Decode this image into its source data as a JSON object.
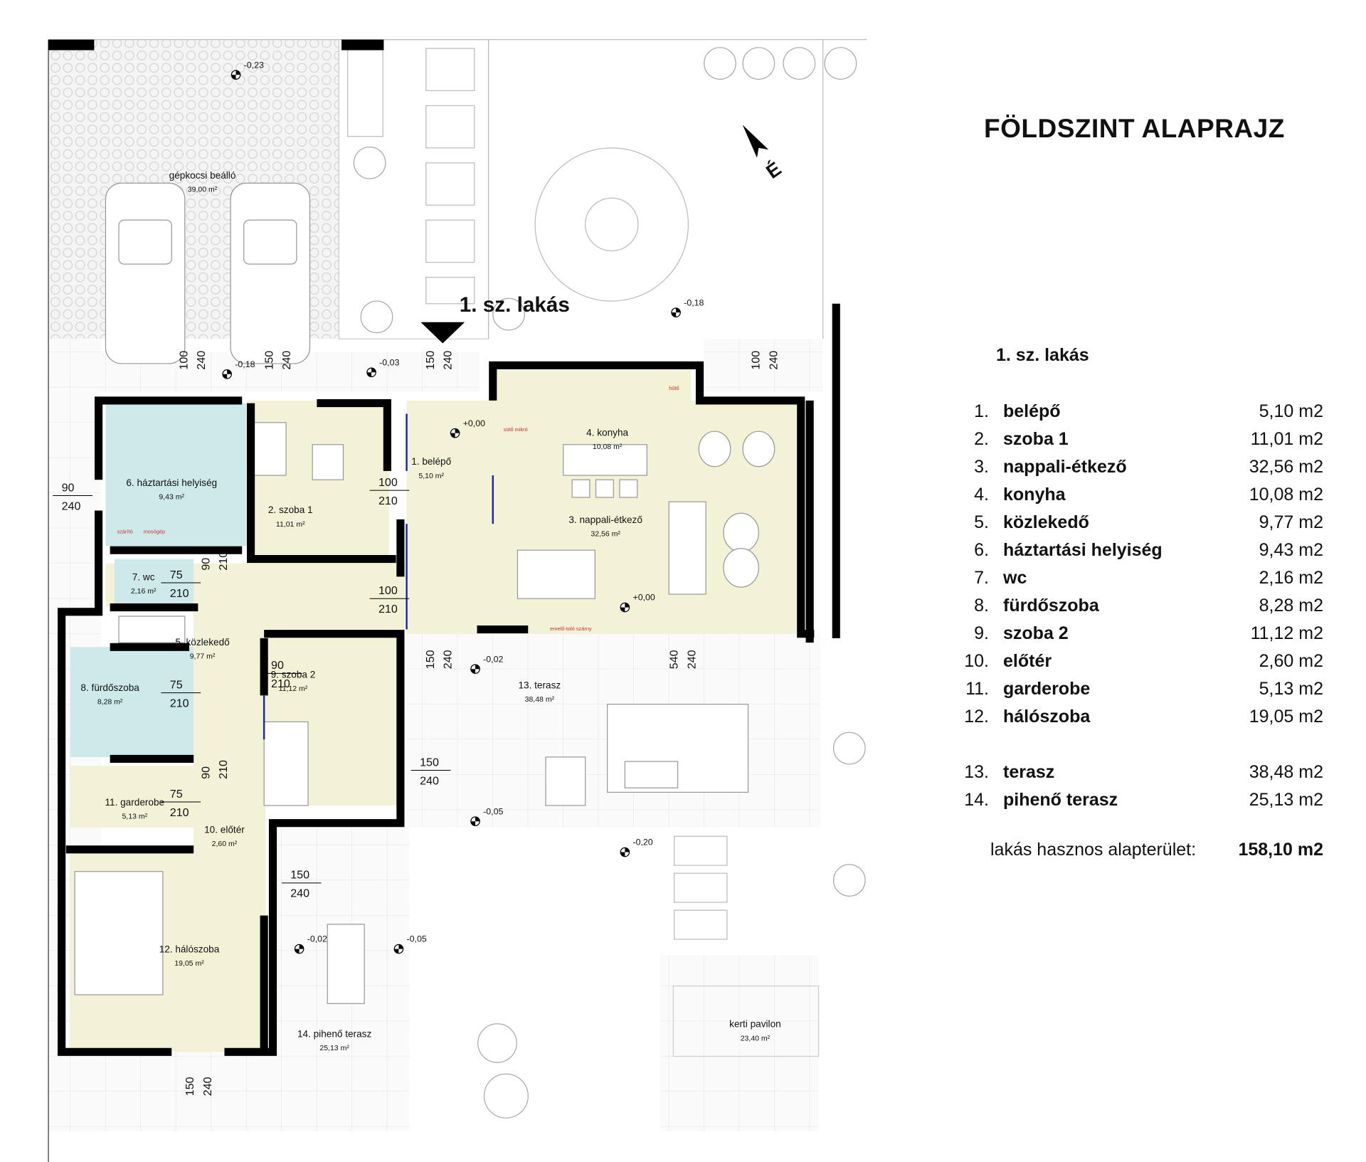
{
  "title": "FÖLDSZINT ALAPRAJZ",
  "apartment_marker": "1. sz. lakás",
  "north_label": "É",
  "legend": {
    "heading": "1. sz. lakás",
    "rooms": [
      {
        "no": "1.",
        "name": "belépő",
        "area": "5,10 m2"
      },
      {
        "no": "2.",
        "name": "szoba 1",
        "area": "11,01 m2"
      },
      {
        "no": "3.",
        "name": "nappali-étkező",
        "area": "32,56 m2"
      },
      {
        "no": "4.",
        "name": "konyha",
        "area": "10,08 m2"
      },
      {
        "no": "5.",
        "name": "közlekedő",
        "area": "9,77 m2"
      },
      {
        "no": "6.",
        "name": "háztartási helyiség",
        "area": "9,43 m2"
      },
      {
        "no": "7.",
        "name": "wc",
        "area": "2,16 m2"
      },
      {
        "no": "8.",
        "name": "fürdőszoba",
        "area": "8,28 m2"
      },
      {
        "no": "9.",
        "name": "szoba 2",
        "area": "11,12 m2"
      },
      {
        "no": "10.",
        "name": "előtér",
        "area": "2,60 m2"
      },
      {
        "no": "11.",
        "name": "garderobe",
        "area": "5,13 m2"
      },
      {
        "no": "12.",
        "name": "hálószoba",
        "area": "19,05 m2"
      }
    ],
    "outdoor": [
      {
        "no": "13.",
        "name": "terasz",
        "area": "38,48 m2"
      },
      {
        "no": "14.",
        "name": "pihenő terasz",
        "area": "25,13 m2"
      }
    ],
    "total_label": "lakás hasznos alapterület:",
    "total_value": "158,10 m2"
  },
  "plan_rooms": [
    {
      "label": "1. belépő",
      "area": "5,10 m²"
    },
    {
      "label": "2. szoba 1",
      "area": "11,01 m²"
    },
    {
      "label": "3. nappali-étkező",
      "area": "32,56 m²"
    },
    {
      "label": "4. konyha",
      "area": "10,08 m²"
    },
    {
      "label": "5. közlekedő",
      "area": "9,77 m²"
    },
    {
      "label": "6. háztartási helyiség",
      "area": "9,43 m²"
    },
    {
      "label": "7. wc",
      "area": "2,16 m²"
    },
    {
      "label": "8. fürdőszoba",
      "area": "8,28 m²"
    },
    {
      "label": "9. szoba 2",
      "area": "11,12 m²"
    },
    {
      "label": "10. előtér",
      "area": "2,60 m²"
    },
    {
      "label": "11. garderobe",
      "area": "5,13 m²"
    },
    {
      "label": "12. hálószoba",
      "area": "19,05 m²"
    },
    {
      "label": "13. terasz",
      "area": "38,48 m²"
    },
    {
      "label": "14. pihenő terasz",
      "area": "25,13 m²"
    },
    {
      "label": "gépkocsi beálló",
      "area": "39,00 m²"
    },
    {
      "label": "kerti pavilon",
      "area": "23,40 m²"
    }
  ],
  "levels": [
    "-0,23",
    "-0,18",
    "-0,18",
    "-0,03",
    "+0,00",
    "+0,00",
    "-0,02",
    "-0,05",
    "-0,20",
    "-0,02",
    "-0,05"
  ],
  "dimensions": [
    [
      "100",
      "240"
    ],
    [
      "150",
      "240"
    ],
    [
      "150",
      "240"
    ],
    [
      "100",
      "240"
    ],
    [
      "90",
      "240"
    ],
    [
      "100",
      "210"
    ],
    [
      "90",
      "210"
    ],
    [
      "75",
      "210"
    ],
    [
      "100",
      "210"
    ],
    [
      "90",
      "210"
    ],
    [
      "75",
      "210"
    ],
    [
      "150",
      "240"
    ],
    [
      "540",
      "240"
    ],
    [
      "150",
      "240"
    ],
    [
      "90",
      "210"
    ],
    [
      "75",
      "210"
    ],
    [
      "150",
      "240"
    ],
    [
      "150",
      "240"
    ]
  ],
  "annotations": [
    "hűtő",
    "sütő mikró",
    "szárító",
    "mosógép",
    "emelő-toló szárny"
  ],
  "colors": {
    "wall": "#000000",
    "living": "#f3f1d6",
    "wet": "#cde9ea",
    "paving": "#ececec",
    "accent_red": "#d03030",
    "glass": "#1a2aa0"
  }
}
